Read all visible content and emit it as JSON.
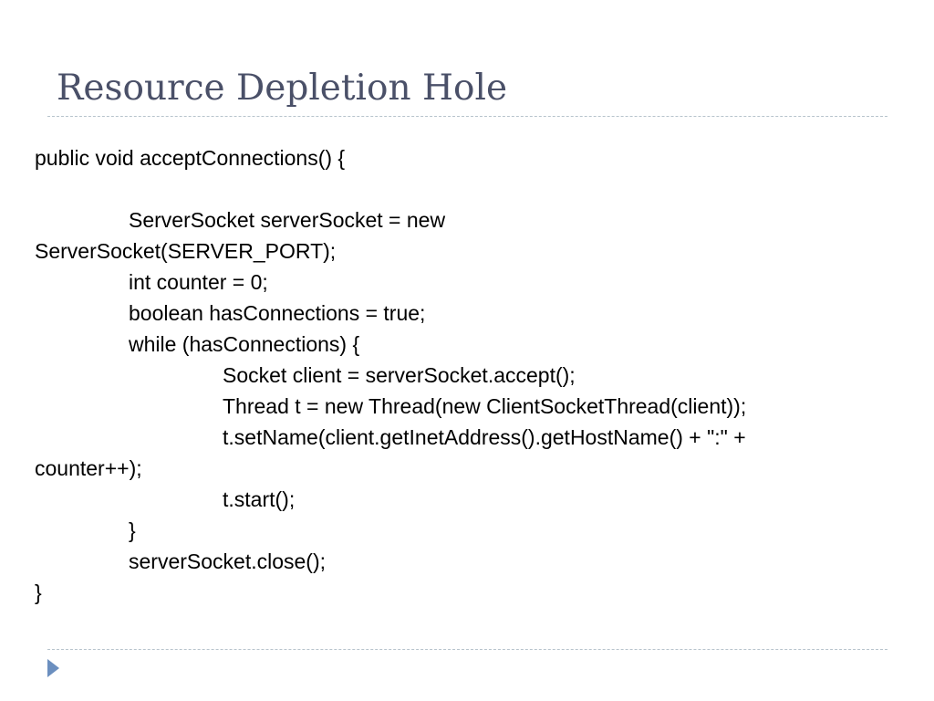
{
  "slide": {
    "title": "Resource Depletion Hole",
    "code_lines": [
      {
        "indent": 0,
        "text": "public void acceptConnections() {"
      },
      {
        "indent": 0,
        "text": ""
      },
      {
        "indent": 1,
        "text": "ServerSocket serverSocket = new"
      },
      {
        "indent": 0,
        "text": "ServerSocket(SERVER_PORT);"
      },
      {
        "indent": 1,
        "text": "int counter = 0;"
      },
      {
        "indent": 1,
        "text": "boolean hasConnections = true;"
      },
      {
        "indent": 1,
        "text": "while (hasConnections) {"
      },
      {
        "indent": 2,
        "text": "Socket client = serverSocket.accept();"
      },
      {
        "indent": 2,
        "text": "Thread t = new Thread(new ClientSocketThread(client));"
      },
      {
        "indent": 2,
        "text": "t.setName(client.getInetAddress().getHostName() + \":\" +"
      },
      {
        "indent": 0,
        "text": "counter++);"
      },
      {
        "indent": 2,
        "text": "t.start();"
      },
      {
        "indent": 1,
        "text": "}"
      },
      {
        "indent": 1,
        "text": "serverSocket.close();"
      },
      {
        "indent": 0,
        "text": "}"
      }
    ],
    "bullet_icon": "triangle-bullet-icon",
    "colors": {
      "title": "#4a5068",
      "rule": "#b7c3cc",
      "bullet": "#6b8fbf",
      "text": "#000000"
    }
  }
}
